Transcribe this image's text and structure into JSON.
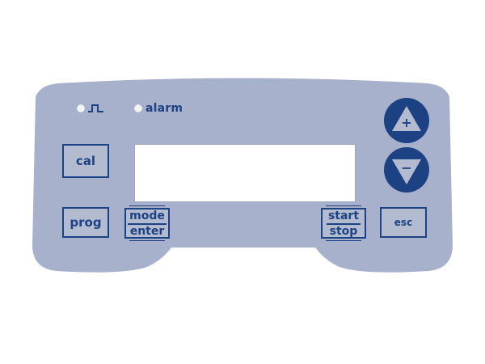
{
  "panel": {
    "indicators": {
      "pulse": {
        "icon": "square-pulse-icon"
      },
      "alarm": {
        "label": "alarm"
      }
    },
    "buttons": {
      "cal": "cal",
      "prog": "prog",
      "mode_enter": {
        "top": "mode",
        "bottom": "enter"
      },
      "start_stop": {
        "top": "start",
        "bottom": "stop"
      },
      "esc": "esc",
      "up": {
        "icon": "triangle-up-plus-icon",
        "symbol": "+"
      },
      "down": {
        "icon": "triangle-down-minus-icon",
        "symbol": "−"
      }
    }
  },
  "colors": {
    "panel": "#a8b1cc",
    "keys": "#b3bbd1",
    "accent": "#1d4283",
    "display": "#ffffff",
    "led": "#f3f4f6"
  }
}
